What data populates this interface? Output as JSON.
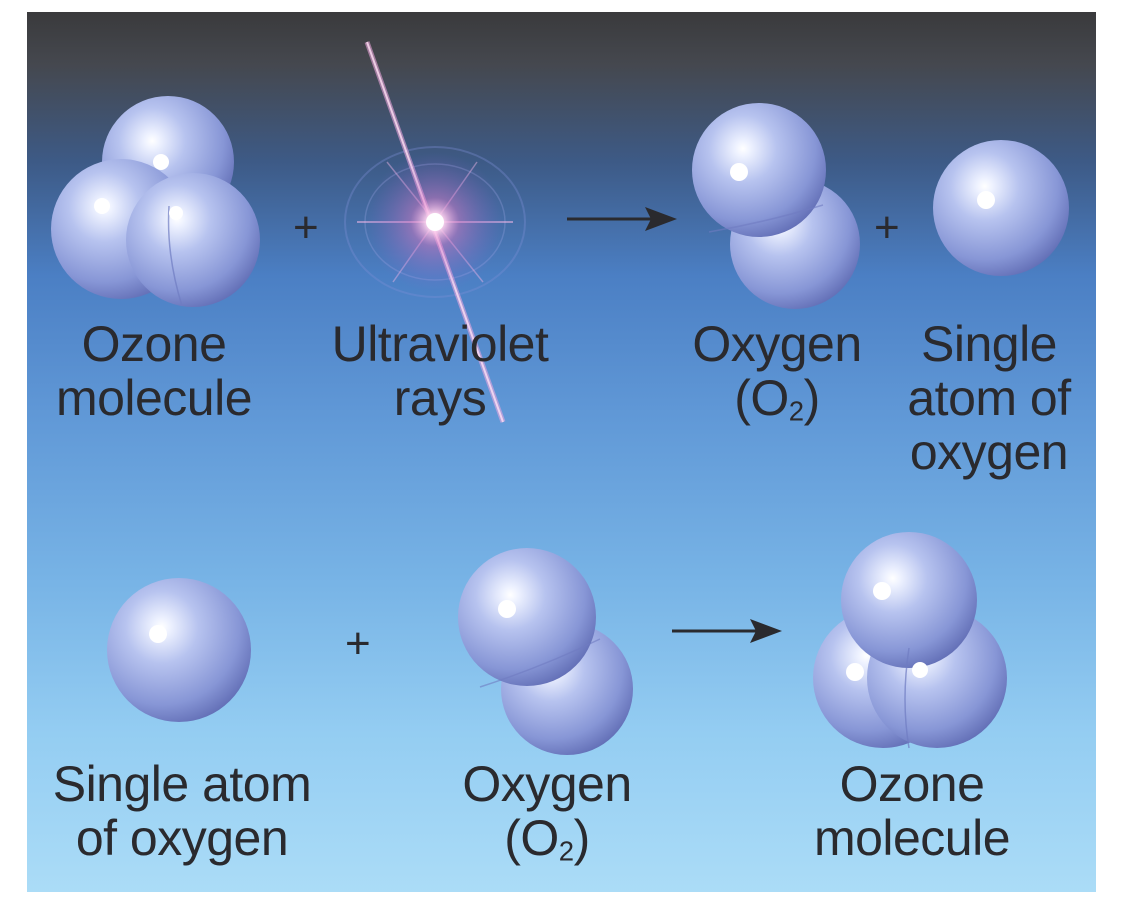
{
  "reaction1": {
    "reactant1_label_line1": "Ozone",
    "reactant1_label_line2": "molecule",
    "operator1": "+",
    "reactant2_label_line1": "Ultraviolet",
    "reactant2_label_line2": "rays",
    "product1_label_line1": "Oxygen",
    "product1_label_formula": "(O",
    "product1_label_subscript": "2",
    "product1_label_close": ")",
    "operator2": "+",
    "product2_label_line1": "Single",
    "product2_label_line2": "atom of",
    "product2_label_line3": "oxygen"
  },
  "reaction2": {
    "reactant1_label_line1": "Single atom",
    "reactant1_label_line2": "of oxygen",
    "operator1": "+",
    "reactant2_label_line1": "Oxygen",
    "reactant2_label_formula": "(O",
    "reactant2_label_subscript": "2",
    "reactant2_label_close": ")",
    "product_label_line1": "Ozone",
    "product_label_line2": "molecule"
  },
  "colors": {
    "atom_light": "#dfe6fb",
    "atom_mid": "#9aa9e2",
    "atom_dark": "#5b67b0",
    "text": "#2a2a2e",
    "uv_burst": "#f7c6e8"
  }
}
